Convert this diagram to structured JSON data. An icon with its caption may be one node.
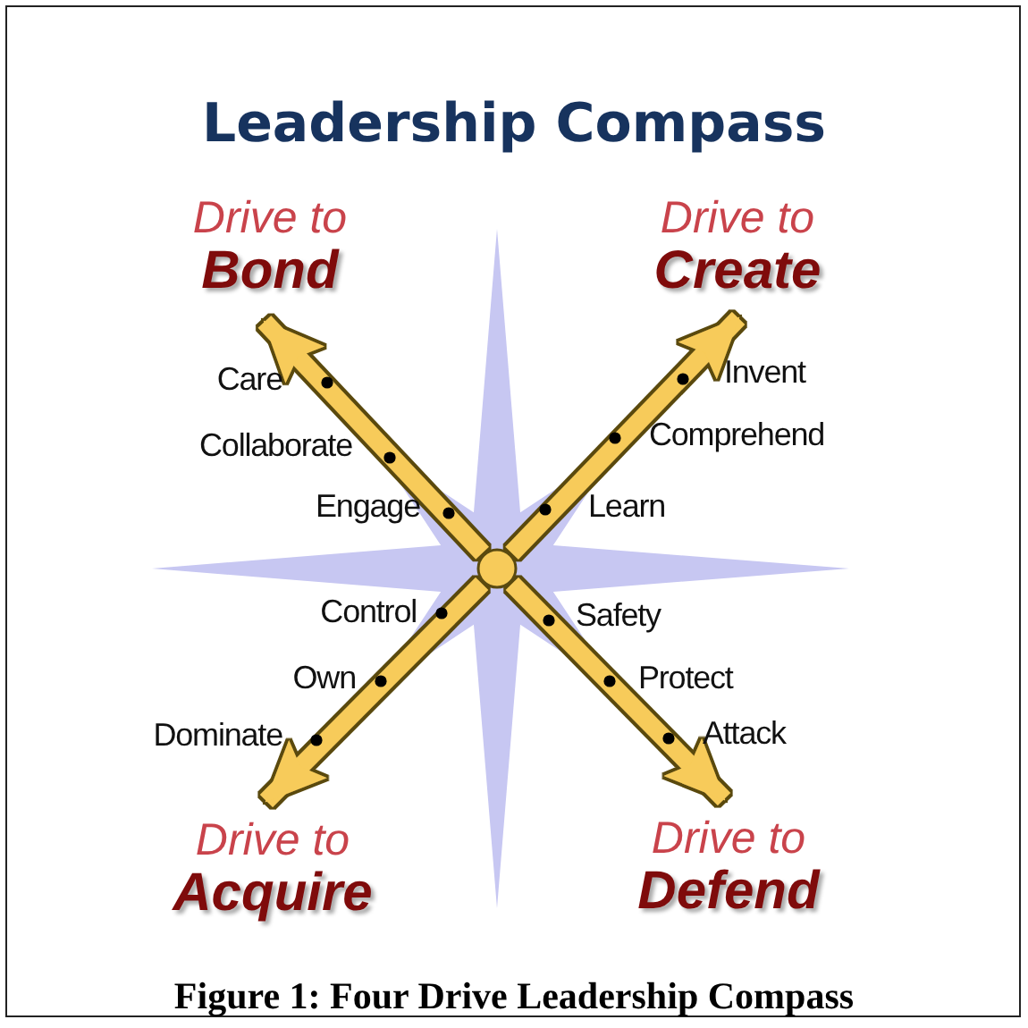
{
  "diagram": {
    "title": "Leadership Compass",
    "caption": "Figure 1: Four Drive Leadership Compass",
    "nodes": [
      {
        "text": [
          "Drive to",
          "Bond"
        ]
      },
      {
        "text": [
          "Drive to",
          "Create"
        ]
      },
      {
        "text": [],
        "shape": "circle"
      },
      {
        "text": [
          "Drive to",
          "Acquire"
        ]
      },
      {
        "text": [
          "Drive to",
          "Defend"
        ]
      }
    ],
    "edges": [
      {
        "from": 2,
        "to": 0,
        "arrow": "to"
      },
      {
        "from": 2,
        "to": 1,
        "arrow": "to"
      },
      {
        "from": 2,
        "to": 3,
        "arrow": "to"
      },
      {
        "from": 2,
        "to": 4,
        "arrow": "to"
      }
    ],
    "labels": [
      "Care",
      "Invent",
      "Collaborate",
      "Comprehend",
      "Engage",
      "Learn",
      "Control",
      "Safety",
      "Own",
      "Protect",
      "Dominate",
      "Attack"
    ]
  }
}
